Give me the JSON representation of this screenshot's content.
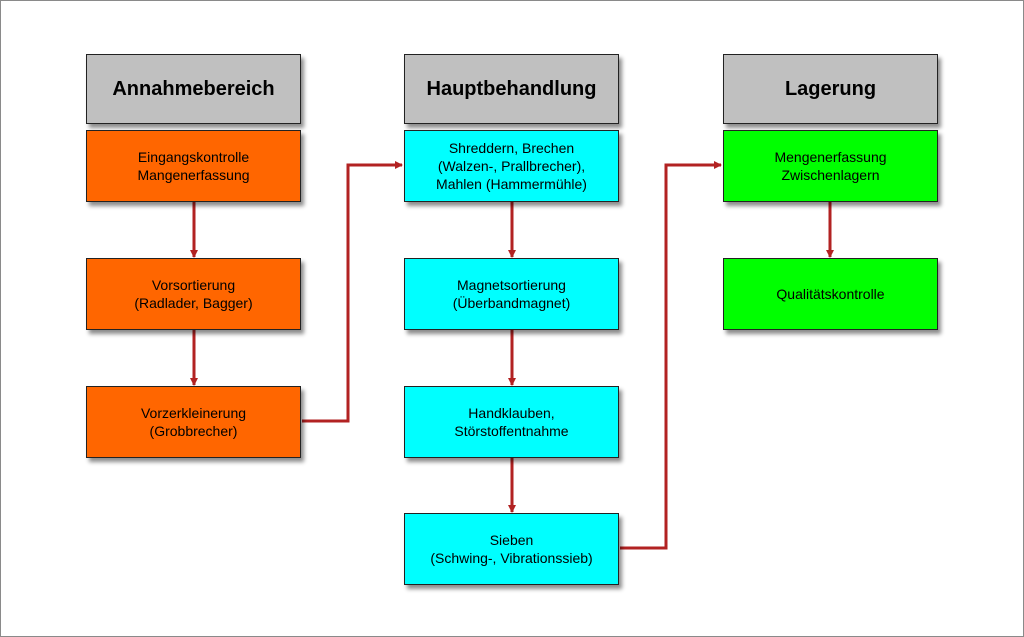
{
  "colors": {
    "header_fill": "#c0c0c0",
    "column1_fill": "#ff6600",
    "column2_fill": "#00ffff",
    "column3_fill": "#00ff00",
    "arrow": "#b22222"
  },
  "columns": [
    {
      "title": "Annahmebereich",
      "boxes": [
        {
          "lines": [
            "Eingangskontrolle",
            "Mangenerfassung"
          ]
        },
        {
          "lines": [
            "Vorsortierung",
            "(Radlader, Bagger)"
          ]
        },
        {
          "lines": [
            "Vorzerkleinerung",
            "(Grobbrecher)"
          ]
        }
      ]
    },
    {
      "title": "Hauptbehandlung",
      "boxes": [
        {
          "lines": [
            "Shreddern, Brechen",
            "(Walzen-, Prallbrecher),",
            "Mahlen (Hammermühle)"
          ]
        },
        {
          "lines": [
            "Magnetsortierung",
            "(Überbandmagnet)"
          ]
        },
        {
          "lines": [
            "Handklauben,",
            "Störstoffentnahme"
          ]
        },
        {
          "lines": [
            "Sieben",
            "(Schwing-, Vibrationssieb)"
          ]
        }
      ]
    },
    {
      "title": "Lagerung",
      "boxes": [
        {
          "lines": [
            "Mengenerfassung",
            "Zwischenlagern"
          ]
        },
        {
          "lines": [
            "Qualitätskontrolle"
          ]
        }
      ]
    }
  ]
}
